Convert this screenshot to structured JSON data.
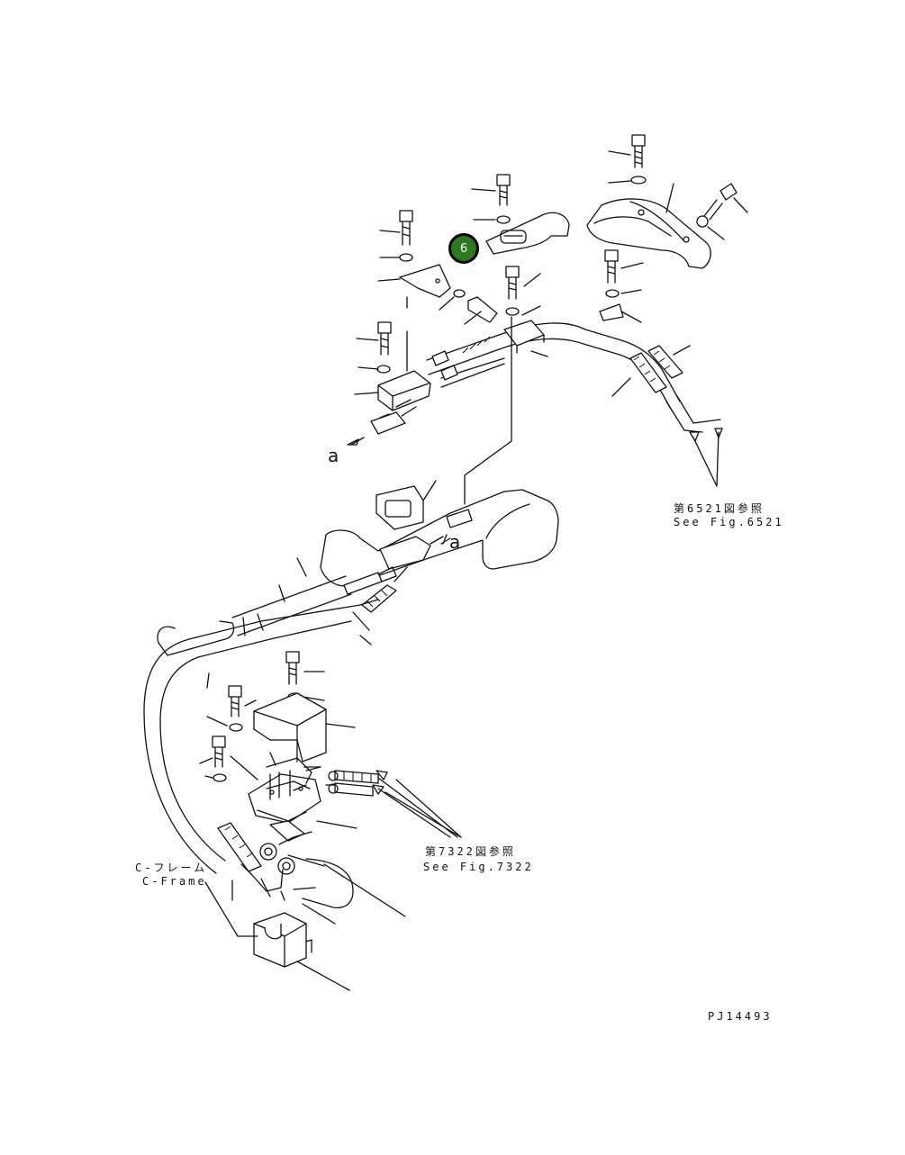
{
  "callout": {
    "number": "6",
    "color": "#2a7a1e"
  },
  "labels": {
    "section_a_upper": "a",
    "section_a_lower": "a",
    "ref_6521_jp": "第6521図参照",
    "ref_6521_en": "See Fig.6521",
    "ref_7322_jp": "第7322図参照",
    "ref_7322_en": "See Fig.7322",
    "cframe_jp": "C-フレーム",
    "cframe_en": "C-Frame",
    "drawing_id": "PJ14493"
  }
}
